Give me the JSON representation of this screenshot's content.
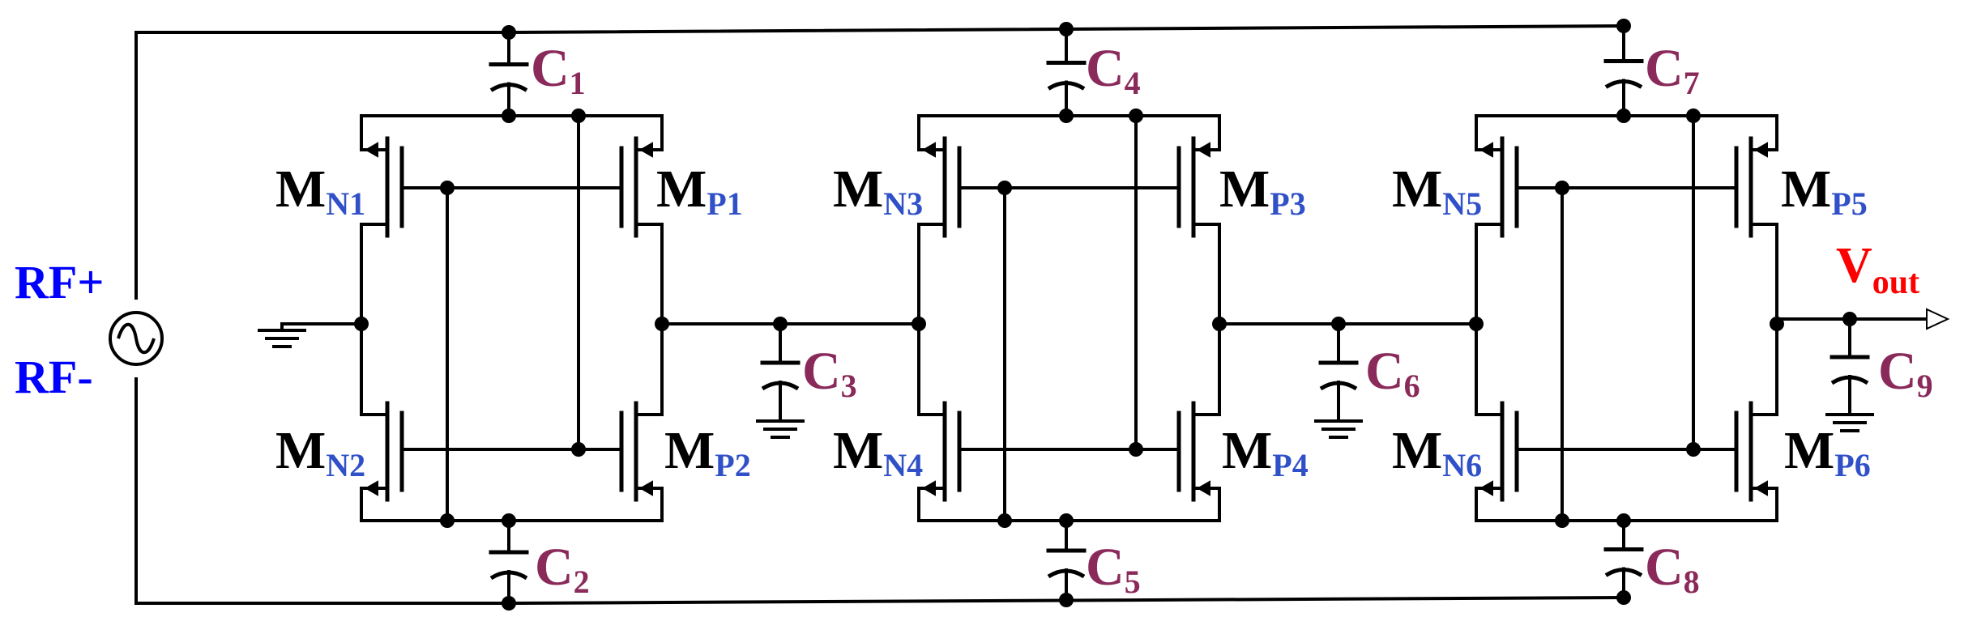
{
  "colors": {
    "wire": "#000000",
    "transistor_label": "#000000",
    "transistor_subscript": "#3050c8",
    "capacitor_label": "#8a2a5a",
    "rf_label": "#0000ff",
    "output_label": "#ff0000"
  },
  "source": {
    "positive_label": "RF+",
    "negative_label": "RF-"
  },
  "output": {
    "label_main": "V",
    "label_sub": "out"
  },
  "transistors": [
    {
      "id": "mn1",
      "main": "M",
      "sub": "N1"
    },
    {
      "id": "mp1",
      "main": "M",
      "sub": "P1"
    },
    {
      "id": "mn2",
      "main": "M",
      "sub": "N2"
    },
    {
      "id": "mp2",
      "main": "M",
      "sub": "P2"
    },
    {
      "id": "mn3",
      "main": "M",
      "sub": "N3"
    },
    {
      "id": "mp3",
      "main": "M",
      "sub": "P3"
    },
    {
      "id": "mn4",
      "main": "M",
      "sub": "N4"
    },
    {
      "id": "mp4",
      "main": "M",
      "sub": "P4"
    },
    {
      "id": "mn5",
      "main": "M",
      "sub": "N5"
    },
    {
      "id": "mp5",
      "main": "M",
      "sub": "P5"
    },
    {
      "id": "mn6",
      "main": "M",
      "sub": "N6"
    },
    {
      "id": "mp6",
      "main": "M",
      "sub": "P6"
    }
  ],
  "capacitors": [
    {
      "id": "c1",
      "main": "C",
      "sub": "1"
    },
    {
      "id": "c2",
      "main": "C",
      "sub": "2"
    },
    {
      "id": "c3",
      "main": "C",
      "sub": "3"
    },
    {
      "id": "c4",
      "main": "C",
      "sub": "4"
    },
    {
      "id": "c5",
      "main": "C",
      "sub": "5"
    },
    {
      "id": "c6",
      "main": "C",
      "sub": "6"
    },
    {
      "id": "c7",
      "main": "C",
      "sub": "7"
    },
    {
      "id": "c8",
      "main": "C",
      "sub": "8"
    },
    {
      "id": "c9",
      "main": "C",
      "sub": "9"
    }
  ]
}
